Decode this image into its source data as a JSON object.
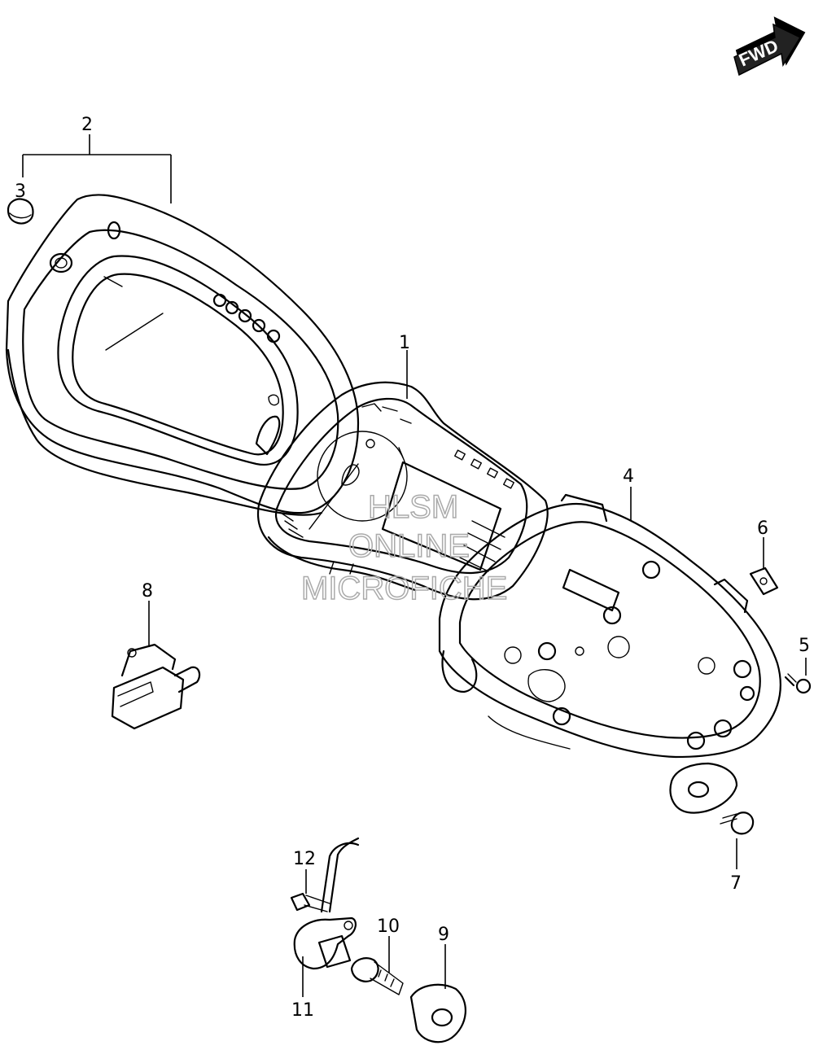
{
  "fwd_label": "FWD",
  "watermark": {
    "line1": "HLSM",
    "line2": "ONLINE",
    "line3": "MICROFICHE"
  },
  "callouts": {
    "c1": "1",
    "c2": "2",
    "c3": "3",
    "c4": "4",
    "c5": "5",
    "c6": "6",
    "c7": "7",
    "c8": "8",
    "c9": "9",
    "c10": "10",
    "c11": "11",
    "c12": "12"
  }
}
